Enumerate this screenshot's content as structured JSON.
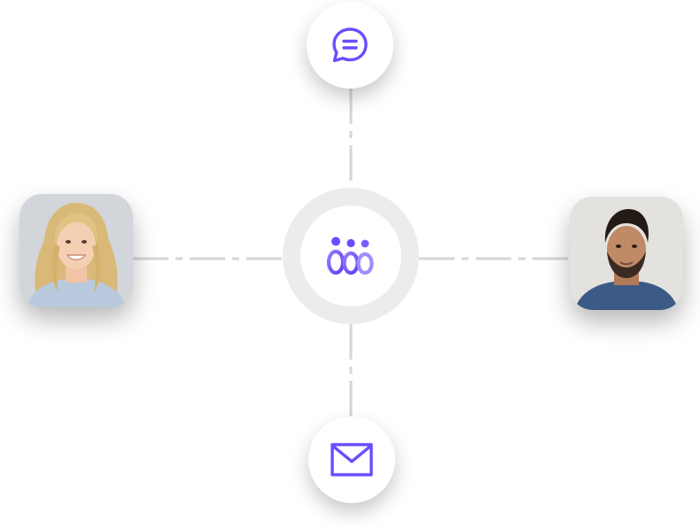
{
  "diagram": {
    "hub": {
      "icon": "team-logo-icon"
    },
    "channels": [
      {
        "position": "top",
        "icon": "chat-bubble-icon"
      },
      {
        "position": "bottom",
        "icon": "mail-icon"
      }
    ],
    "contacts": [
      {
        "position": "left",
        "icon": "woman-avatar"
      },
      {
        "position": "right",
        "icon": "man-avatar"
      }
    ]
  },
  "colors": {
    "accent": "#6b4dff",
    "accent_light": "#a08bff",
    "connector": "#d6d6d6",
    "hub_ring": "#ececec"
  }
}
